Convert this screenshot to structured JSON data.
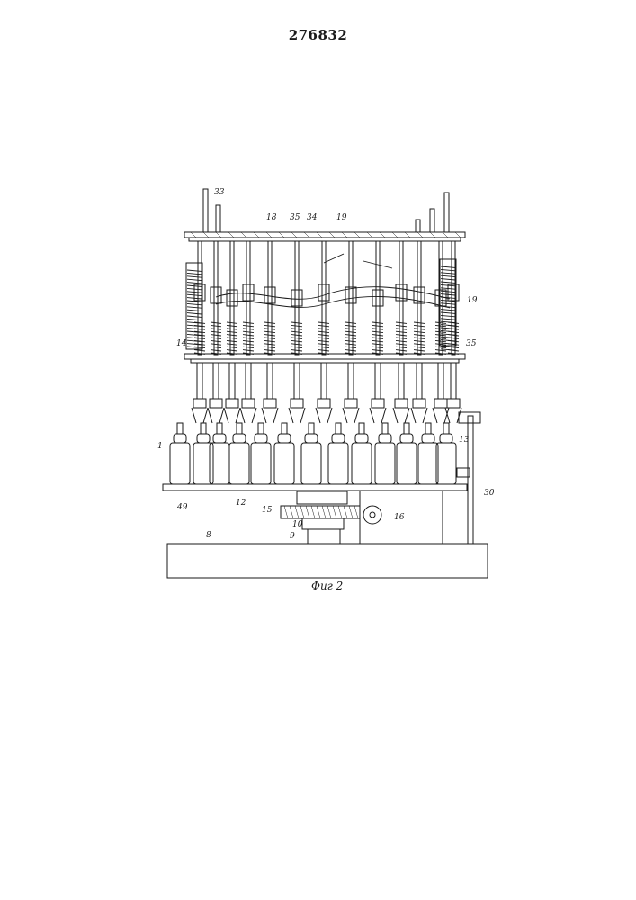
{
  "patent_number": "276832",
  "figure_caption": "Фиг 2",
  "stroke_color": "#1a1a1a",
  "labels": {
    "l33": "33",
    "l18": "18",
    "l35a": "35",
    "l34": "34",
    "l19a": "19",
    "l19b": "19",
    "l14": "14",
    "l35b": "35",
    "l1": "1",
    "l13": "13",
    "l49": "49",
    "l12": "12",
    "l30": "30",
    "l15": "15",
    "l16": "16",
    "l10": "10",
    "l9": "9",
    "l8": "8"
  }
}
